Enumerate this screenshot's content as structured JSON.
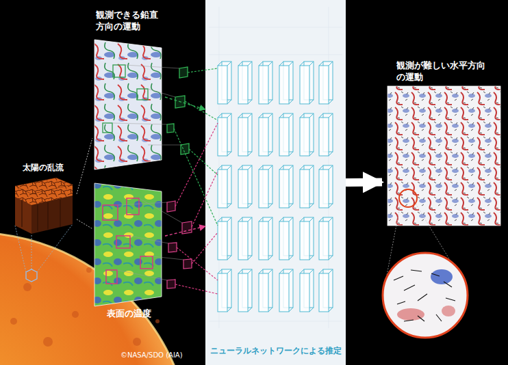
{
  "diagram": {
    "nodes": [
      {
        "text": [
          "観測できる鉛直方向の運動"
        ]
      },
      {
        "text": [
          "太陽の乱流"
        ]
      },
      {
        "text": [
          "表面の温度"
        ]
      },
      {
        "text": [
          "ニューラルネットワークによる推定"
        ]
      },
      {
        "text": [
          "観測が難しい水平方向の運動"
        ]
      }
    ],
    "edges": [
      {
        "from": 1,
        "to": 0,
        "arrow": "none"
      },
      {
        "from": 1,
        "to": 2,
        "arrow": "none"
      },
      {
        "from": 0,
        "to": 3,
        "arrow": "to"
      },
      {
        "from": 2,
        "to": 3,
        "arrow": "to"
      },
      {
        "from": 3,
        "to": 4,
        "arrow": "to"
      }
    ],
    "labels": [
      "©NASA/SDO (AIA)"
    ]
  }
}
